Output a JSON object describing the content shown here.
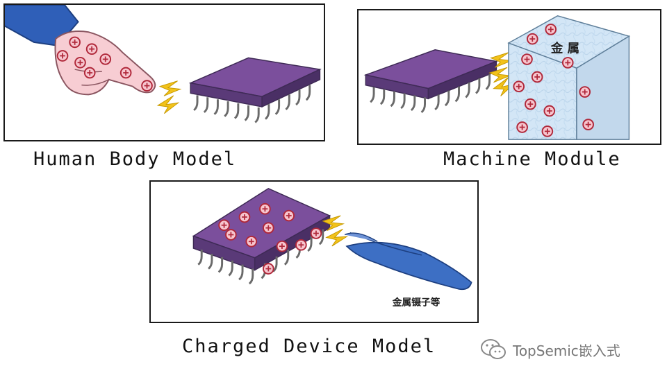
{
  "panels": {
    "hbm": {
      "caption": "Human Body Model"
    },
    "mm": {
      "caption": "Machine Module",
      "metal_label": "金 属"
    },
    "cdm": {
      "caption": "Charged Device Model",
      "tool_label": "金属镊子等"
    }
  },
  "watermark": {
    "text": "TopSemic嵌入式",
    "icon": "wechat-icon"
  },
  "colors": {
    "chip_top": "#7b4f9c",
    "chip_side": "#5a3a78",
    "charge_fill": "#f7c6cf",
    "charge_stroke": "#b0283a",
    "spark": "#f2c21a",
    "metal_block": "#cfe3f5",
    "sleeve": "#2f5fb8",
    "skin": "#f7cdd3",
    "tweezer": "#3d6fc4"
  }
}
